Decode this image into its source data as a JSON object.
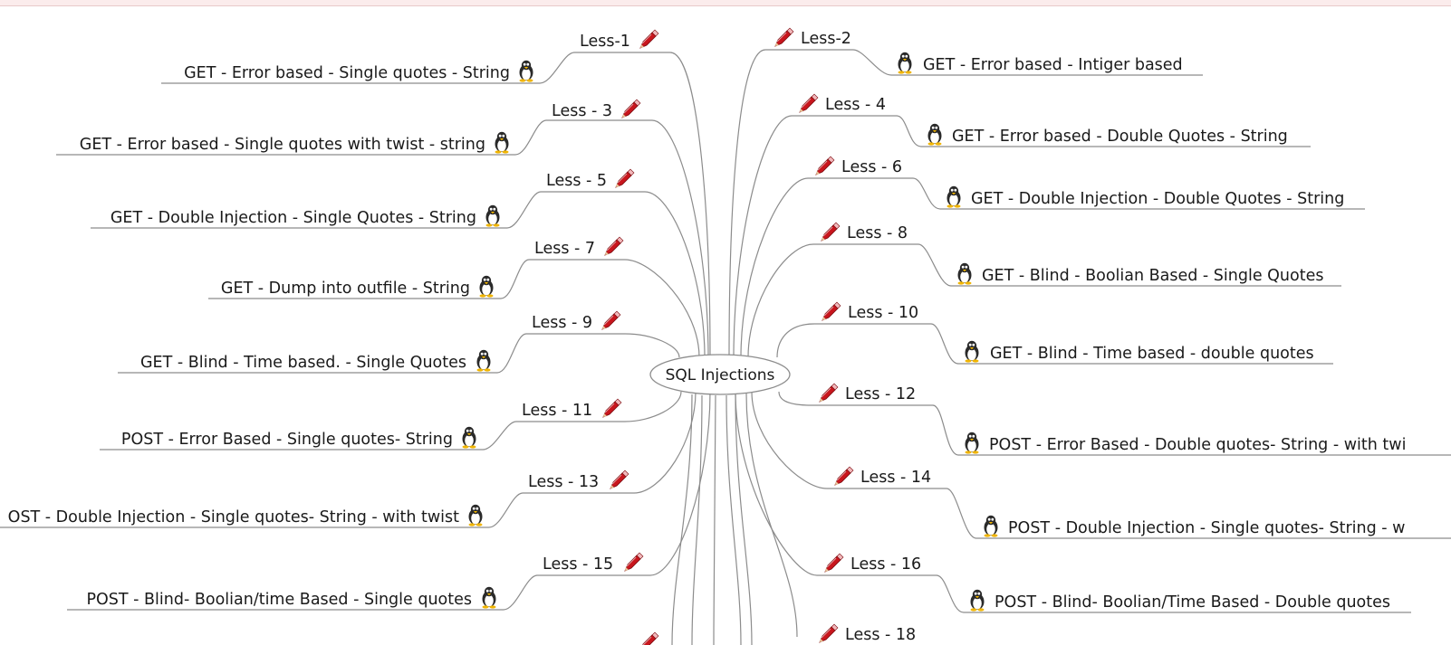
{
  "colors": {
    "line": "#8c8c8c",
    "pencil": "#c8161d",
    "text": "#1a1a1a",
    "top_strip": "#fbecec"
  },
  "icons": {
    "lesson": "pencil-icon",
    "challenge": "tux-penguin-icon"
  },
  "center": {
    "label": "SQL Injections"
  },
  "lessons": [
    {
      "label": "Less-1",
      "challenge": "GET - Error based - Single quotes - String"
    },
    {
      "label": "Less-2",
      "challenge": "GET - Error based - Intiger based"
    },
    {
      "label": "Less - 3",
      "challenge": "GET - Error based - Single quotes with twist - string"
    },
    {
      "label": "Less - 4",
      "challenge": "GET - Error based - Double Quotes - String"
    },
    {
      "label": "Less - 5",
      "challenge": "GET - Double Injection - Single Quotes - String"
    },
    {
      "label": "Less - 6",
      "challenge": "GET - Double Injection - Double Quotes - String"
    },
    {
      "label": "Less - 7",
      "challenge": "GET - Dump into outfile - String"
    },
    {
      "label": "Less - 8",
      "challenge": "GET - Blind - Boolian Based - Single Quotes"
    },
    {
      "label": "Less - 9",
      "challenge": "GET - Blind - Time based. -  Single Quotes"
    },
    {
      "label": "Less - 10",
      "challenge": "GET - Blind - Time based - double quotes"
    },
    {
      "label": "Less - 11",
      "challenge": "POST - Error Based - Single quotes- String"
    },
    {
      "label": "Less - 12",
      "challenge": "POST - Error Based - Double quotes- String - with twi"
    },
    {
      "label": "Less - 13",
      "challenge": "OST - Double Injection - Single quotes- String - with twist"
    },
    {
      "label": "Less - 14",
      "challenge": "POST - Double Injection - Single quotes- String - w"
    },
    {
      "label": "Less - 15",
      "challenge": "POST - Blind- Boolian/time Based - Single quotes"
    },
    {
      "label": "Less - 16",
      "challenge": "POST - Blind- Boolian/Time Based - Double quotes"
    },
    {
      "label": "Less - 18",
      "challenge": ""
    }
  ]
}
